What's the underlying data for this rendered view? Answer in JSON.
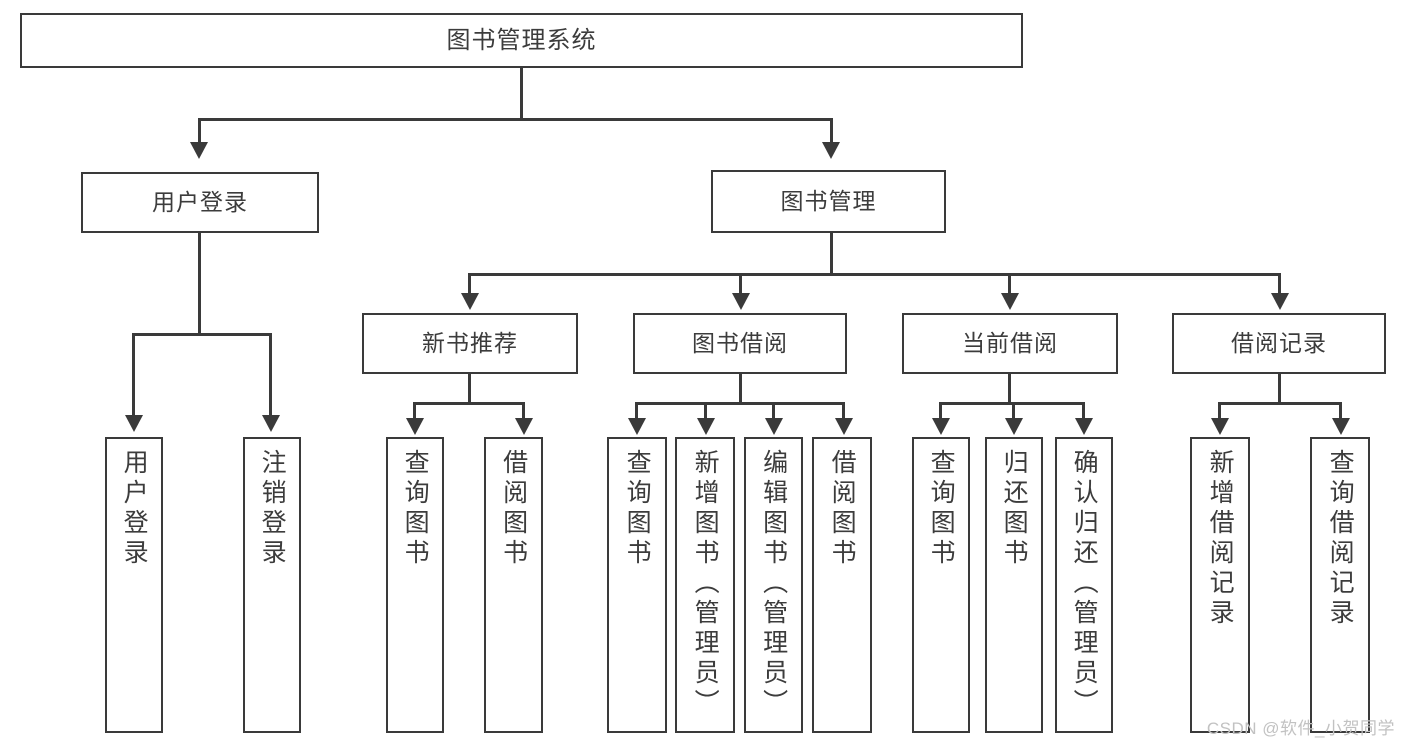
{
  "diagram": {
    "title": "图书管理系统",
    "root": {
      "label": "图书管理系统"
    },
    "level1": [
      {
        "label": "用户登录"
      },
      {
        "label": "图书管理"
      }
    ],
    "level2": [
      {
        "label": "新书推荐"
      },
      {
        "label": "图书借阅"
      },
      {
        "label": "当前借阅"
      },
      {
        "label": "借阅记录"
      }
    ],
    "leaves": {
      "user_login": [
        {
          "label": "用户登录"
        },
        {
          "label": "注销登录"
        }
      ],
      "new_book_recommend": [
        {
          "label": "查询图书"
        },
        {
          "label": "借阅图书"
        }
      ],
      "book_borrow": [
        {
          "label": "查询图书"
        },
        {
          "label": "新增图书（管理员）"
        },
        {
          "label": "编辑图书（管理员）"
        },
        {
          "label": "借阅图书"
        }
      ],
      "current_borrow": [
        {
          "label": "查询图书"
        },
        {
          "label": "归还图书"
        },
        {
          "label": "确认归还（管理员）"
        }
      ],
      "borrow_record": [
        {
          "label": "新增借阅记录"
        },
        {
          "label": "查询借阅记录"
        }
      ]
    }
  },
  "watermark": {
    "text": "CSDN @软件_小贺同学"
  },
  "colors": {
    "stroke": "#3a3a3a",
    "text": "#3c3c3c",
    "background": "#ffffff",
    "watermark": "#c2c2c2"
  }
}
